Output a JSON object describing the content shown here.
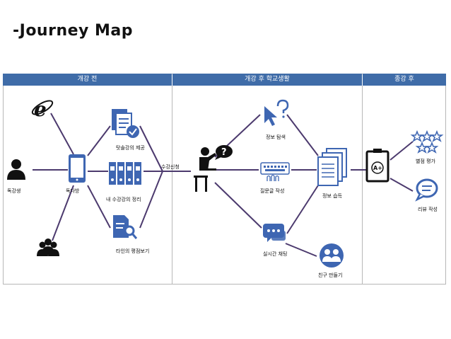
{
  "slide": {
    "title": "-Journey Map"
  },
  "phases": [
    {
      "label": "개강 전"
    },
    {
      "label": "개강 후 학교생활"
    },
    {
      "label": "종강 후"
    }
  ],
  "nodes": {
    "ie": {
      "label": ""
    },
    "student": {
      "label": "독강생"
    },
    "group": {
      "label": ""
    },
    "phone": {
      "label": "독다방"
    },
    "doc_check": {
      "label": "탓솔강의 제공"
    },
    "binders": {
      "label": "내 수강강의 정리"
    },
    "doc_search": {
      "label": "타인의 평점보기"
    },
    "enroll": {
      "label": "수강신청"
    },
    "person_q": {
      "label": ""
    },
    "cursor_q": {
      "label": "정보 탐색"
    },
    "keyboard": {
      "label": "질문글 작성"
    },
    "chat": {
      "label": "실시간 채팅"
    },
    "friends": {
      "label": "친구 만들기"
    },
    "docs_stack": {
      "label": "정보 습득"
    },
    "clipboard": {
      "label": ""
    },
    "stars": {
      "label": "별점 평가"
    },
    "speech": {
      "label": "리뷰 작성"
    }
  },
  "colors": {
    "band": "#3f6ca8",
    "edge": "#4c3a6e",
    "icon_blue": "#3e66b2",
    "icon_dark": "#111111"
  }
}
